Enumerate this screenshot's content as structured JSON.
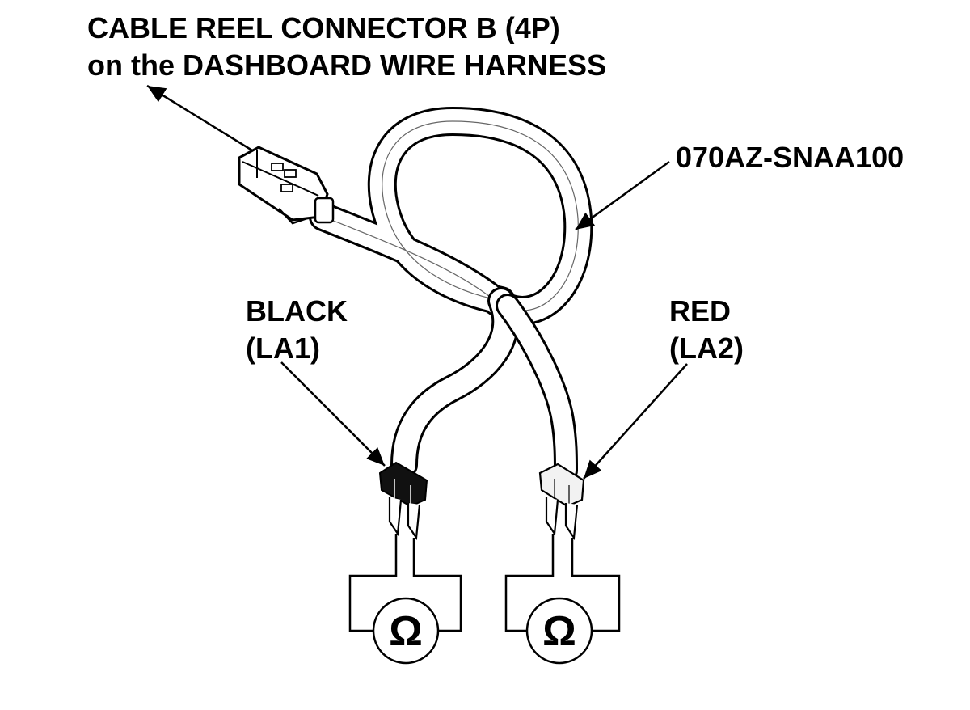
{
  "labels": {
    "connector_line1": "CABLE REEL CONNECTOR B (4P)",
    "connector_line2": "on the DASHBOARD WIRE HARNESS",
    "part_number": "070AZ-SNAA100",
    "black_line1": "BLACK",
    "black_line2": "(LA1)",
    "red_line1": "RED",
    "red_line2": "(LA2)"
  },
  "meters": [
    {
      "symbol": "Ω"
    },
    {
      "symbol": "Ω"
    }
  ],
  "colors": {
    "ink": "#000000",
    "paper": "#ffffff",
    "black_clip": "#111111",
    "red_clip_fill": "#f2f2f2"
  }
}
